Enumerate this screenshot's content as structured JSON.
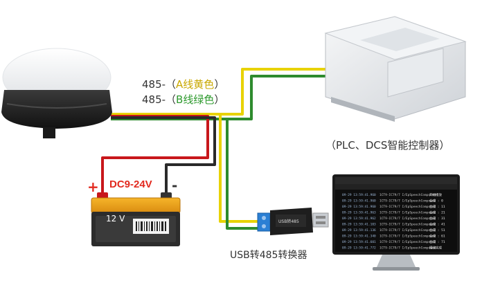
{
  "labels": {
    "wire_485_prefix": "485-（",
    "wire_a_text": "A线黄色",
    "wire_b_text": "B线绿色",
    "wire_suffix": "）",
    "plc": "（PLC、DCS智能控制器）",
    "usb": "USB转485转换器",
    "dc": "DC9-24V",
    "plus": "+",
    "minus": "-",
    "battery_voltage": "12 V",
    "converter_text": "USB转485"
  },
  "monitor": {
    "rows": [
      {
        "date": "09-29 13:59:41.960",
        "msg": "1CT9-IC79/7 I/EpSpeechCompound",
        "text": "开始播放"
      },
      {
        "date": "09-29 13:59:41.960",
        "msg": "1CT9-IC79/7 I/EpSpeechCompound",
        "text": "合成 : 0"
      },
      {
        "date": "09-29 13:59:41.960",
        "msg": "1CT9-IC79/7 I/EpSpeechCompound",
        "text": "合成 : 11"
      },
      {
        "date": "09-29 13:59:41.963",
        "msg": "1CT9-IC79/7 I/EpSpeechCompound",
        "text": "合成 : 21"
      },
      {
        "date": "09-29 13:59:41.962",
        "msg": "1CT9-IC79/7 I/EpSpeechCompound",
        "text": "合成 : 31"
      },
      {
        "date": "09-29 13:59:41.103",
        "msg": "1CT9-IC79/7 I/EpSpeechCompound",
        "text": "合成 : 41"
      },
      {
        "date": "09-29 13:59:41.136",
        "msg": "1CT9-IC79/7 I/EpSpeechCompound",
        "text": "合成 : 51"
      },
      {
        "date": "09-29 13:59:41.340",
        "msg": "1CT9-IC79/7 I/EpSpeechCompound",
        "text": "合成 : 61"
      },
      {
        "date": "09-29 13:59:41.601",
        "msg": "1CT9-IC79/7 I/EpSpeechCompound",
        "text": "合成 : 71"
      },
      {
        "date": "09-29 13:59:41.772",
        "msg": "1CT9-IC79/7 I/EpSpeechCompound",
        "text": "播放完成"
      }
    ]
  },
  "colors": {
    "wire_yellow": "#e8d200",
    "wire_green": "#2e8b2e",
    "wire_red": "#c8171b",
    "wire_black": "#2a2a2a",
    "label_red": "#e22a1f",
    "battery_orange": "#f0a51c"
  }
}
